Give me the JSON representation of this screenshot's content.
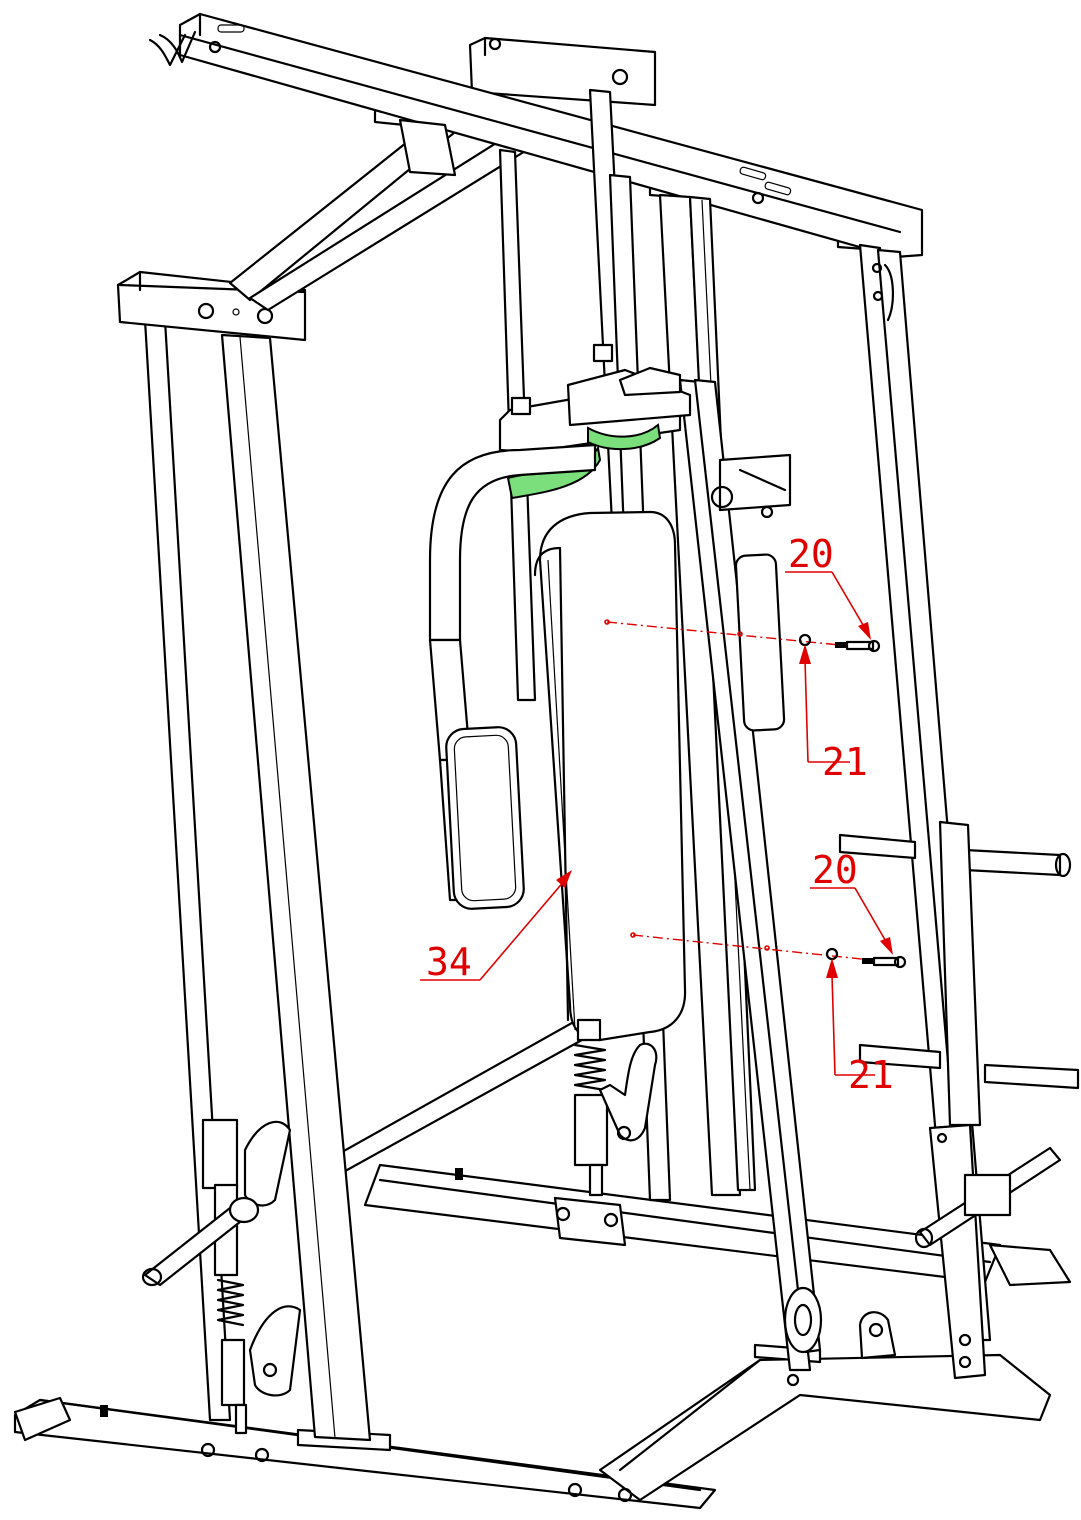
{
  "callouts": {
    "c20a": "20",
    "c21a": "21",
    "c20b": "20",
    "c21b": "21",
    "c34": "34"
  },
  "colors": {
    "line": "#000000",
    "callout": "#e00000",
    "highlight": "#7be07b"
  }
}
